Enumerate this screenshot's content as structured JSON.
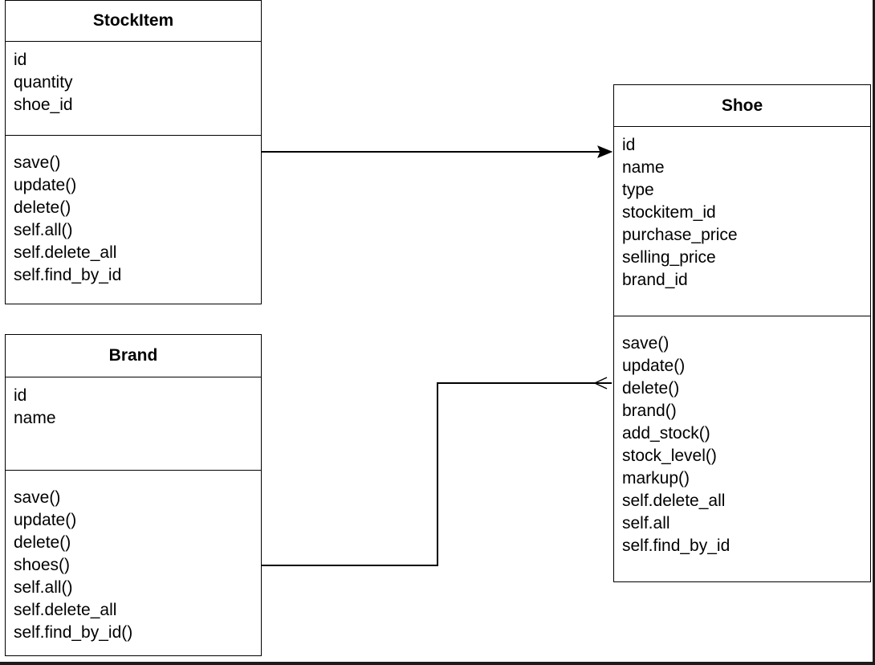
{
  "diagram": {
    "classes": {
      "stockitem": {
        "name": "StockItem",
        "attributes": [
          "id",
          "quantity",
          "shoe_id"
        ],
        "methods": [
          "save()",
          "update()",
          "delete()",
          "self.all()",
          "self.delete_all",
          "self.find_by_id"
        ]
      },
      "brand": {
        "name": "Brand",
        "attributes": [
          "id",
          "name"
        ],
        "methods": [
          "save()",
          "update()",
          "delete()",
          "shoes()",
          "self.all()",
          "self.delete_all",
          "self.find_by_id()"
        ]
      },
      "shoe": {
        "name": "Shoe",
        "attributes": [
          "id",
          "name",
          "type",
          "stockitem_id",
          "purchase_price",
          "selling_price",
          "brand_id"
        ],
        "methods": [
          "save()",
          "update()",
          "delete()",
          "brand()",
          "add_stock()",
          "stock_level()",
          "markup()",
          "self.delete_all",
          "self.all",
          "self.find_by_id"
        ]
      }
    },
    "relations": [
      {
        "from": "StockItem",
        "to": "Shoe",
        "arrow": "filled"
      },
      {
        "from": "Brand",
        "to": "Shoe",
        "arrow": "open"
      }
    ],
    "colors": {
      "stroke": "#000000",
      "background": "#ffffff",
      "frame": "#1c1c1c"
    }
  }
}
